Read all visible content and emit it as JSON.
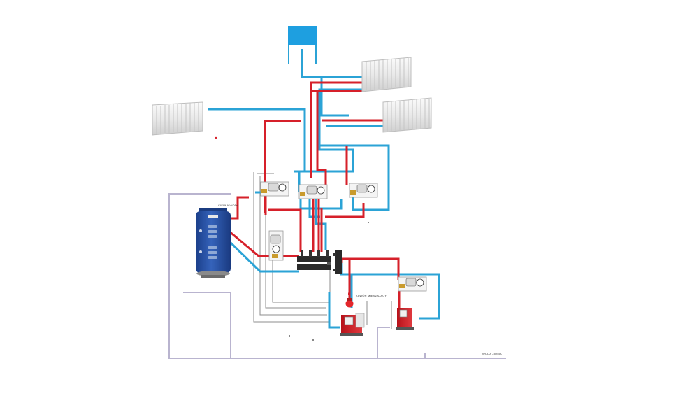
{
  "labels": {
    "hot_water": "CIEPŁA WODA",
    "mixing_valve": "ZAWÓR MIESZAJĄCY",
    "cold_water": "WODA ZIMNA"
  },
  "colors": {
    "supply_pipe": "#d6202a",
    "return_pipe": "#2ba3d6",
    "water_supply_pipe": "#b9b4cf",
    "control_wire": "#8c8c8c",
    "expansion_tank": "#1e9fe0",
    "storage_tank": "#2c55a8",
    "radiator": "#f2f2f2",
    "manifold": "#2a2a2a"
  },
  "components": {
    "radiators": 3,
    "pump_groups": 5,
    "boilers": 2
  }
}
